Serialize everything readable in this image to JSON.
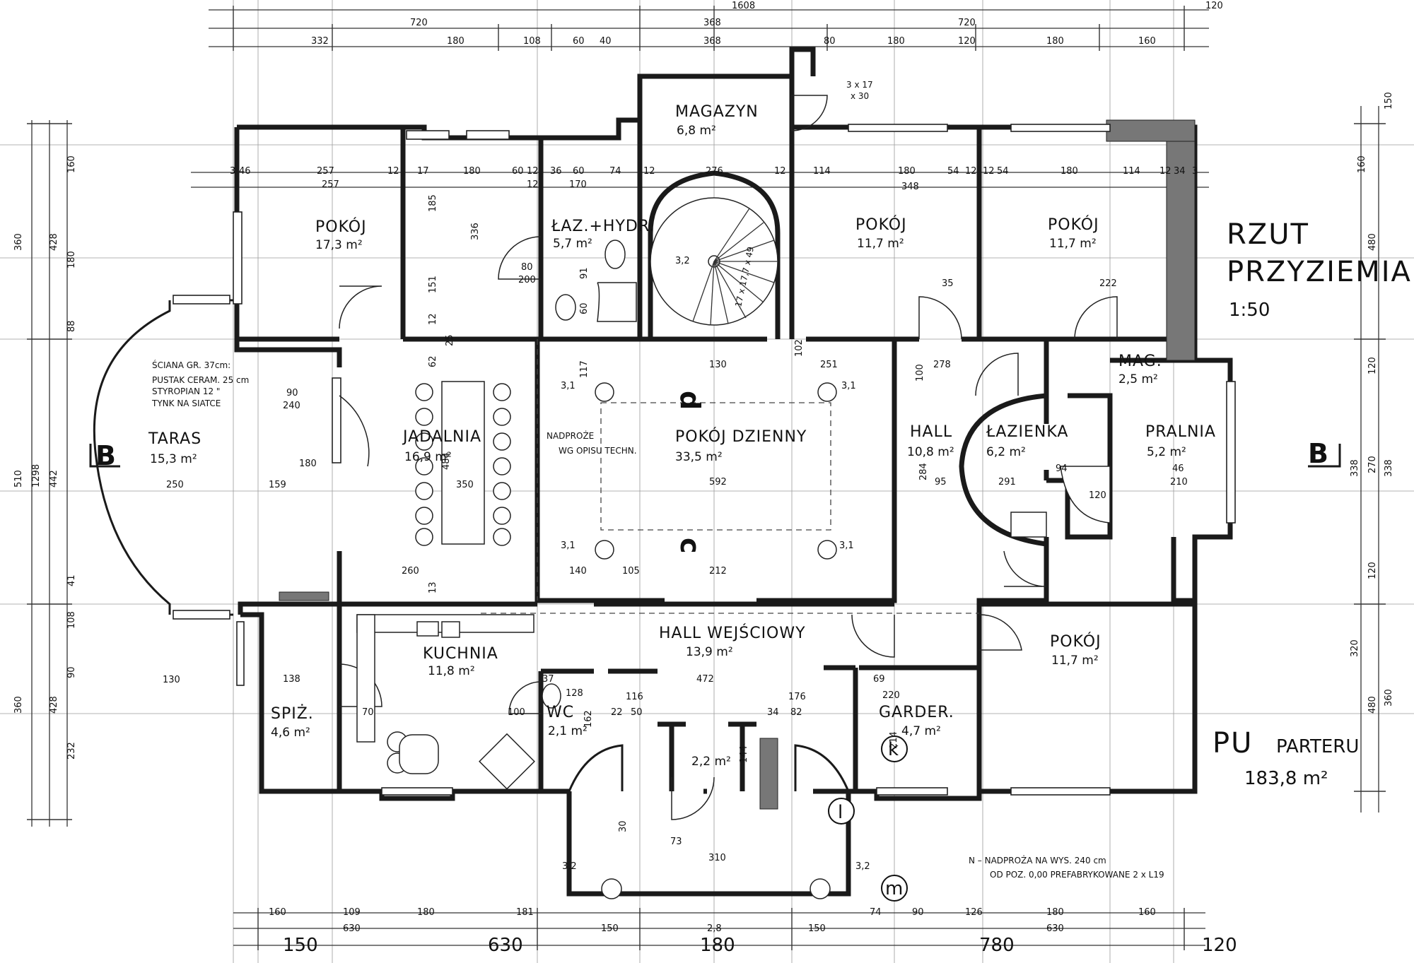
{
  "title_block": {
    "title_line1": "RZUT",
    "title_line2": "PRZYZIEMIA",
    "scale": "1:50",
    "pu_label": "PU",
    "parteru": "PARTERU",
    "total_area": "183,8 m²"
  },
  "section_marks": [
    "B",
    "B"
  ],
  "rooms": [
    {
      "name": "POKÓJ",
      "area": "17,3 m²"
    },
    {
      "name": "ŁAZ.+HYDR.",
      "area": "5,7 m²"
    },
    {
      "name": "MAGAZYN",
      "area": "6,8 m²"
    },
    {
      "name": "POKÓJ",
      "area": "11,7 m²"
    },
    {
      "name": "POKÓJ",
      "area": "11,7 m²"
    },
    {
      "name": "TARAS",
      "area": "15,3 m²"
    },
    {
      "name": "JADALNIA",
      "area": "16,9 m²"
    },
    {
      "name": "POKÓJ  DZIENNY",
      "area": "33,5 m²"
    },
    {
      "name": "HALL",
      "area": "10,8 m²"
    },
    {
      "name": "ŁAZIENKA",
      "area": "6,2 m²"
    },
    {
      "name": "MAG.",
      "area": "2,5 m²"
    },
    {
      "name": "PRALNIA",
      "area": "5,2 m²"
    },
    {
      "name": "KUCHNIA",
      "area": "11,8 m²"
    },
    {
      "name": "HALL WEJŚCIOWY",
      "area": "13,9 m²"
    },
    {
      "name": "SPIŻ.",
      "area": "4,6 m²"
    },
    {
      "name": "WC",
      "area": "2,1 m²"
    },
    {
      "name": "",
      "area": "2,2 m²"
    },
    {
      "name": "GARDER.",
      "area": "4,7 m²"
    },
    {
      "name": "POKÓJ",
      "area": "11,7 m²"
    }
  ],
  "notes": {
    "wall_layers": [
      "ŚCIANA GR. 37cm:",
      "PUSTAK CERAM. 25 cm",
      "STYROPIAN    12 \"",
      "TYNK NA SIATCE"
    ],
    "lintel": [
      "NADPROŻE",
      "WG OPISU TECHN."
    ],
    "footer": [
      "N – NADPROŻA NA WYS. 240 cm",
      "OD POZ. 0,00 PREFABRYKOWANE  2 x L19"
    ],
    "stair": "17 x 17,7 x 49",
    "stair_top": "3 x 17",
    "stair_top2": "x 30"
  },
  "markers": {
    "p_d": "d",
    "p_c": "c",
    "p_k": "k",
    "p_l": "l",
    "p_m": "m"
  },
  "heights": {
    "h1": "3,1",
    "h2": "3,1",
    "h3": "3,1",
    "h4": "3,1",
    "h5": "3,2",
    "h6": "3,2",
    "h7": "3,2"
  },
  "dims": {
    "top_total": "1608",
    "top_row1": [
      "720",
      "368",
      "720",
      "120"
    ],
    "top_row2": [
      "332",
      "180",
      "108",
      "60",
      "40",
      "368",
      "80",
      "180",
      "120",
      "180",
      "160"
    ],
    "top_row3_left": [
      "3",
      "46",
      "257",
      "12",
      "17",
      "180",
      "60",
      "12",
      "36",
      "60",
      "74",
      "12",
      "276",
      "12"
    ],
    "top_row3_right": [
      "114",
      "180",
      "54",
      "12",
      "12",
      "54",
      "180",
      "114",
      "12",
      "34",
      "3"
    ],
    "bottom_row1": [
      "160",
      "109",
      "180",
      "181",
      "74",
      "90",
      "126",
      "180",
      "160"
    ],
    "bottom_row2": [
      "630",
      "150",
      "2,8",
      "150",
      "630"
    ],
    "bottom_row3": [
      "150",
      "630",
      "180",
      "780",
      "120"
    ],
    "left_col": [
      "360",
      "510",
      "360",
      "1298",
      "428",
      "442",
      "428",
      "180",
      "88",
      "41",
      "108",
      "90",
      "232",
      "160"
    ],
    "right_col": [
      "150",
      "160",
      "480",
      "120",
      "338",
      "270",
      "120",
      "320",
      "480",
      "360",
      "338"
    ]
  },
  "misc_dims": [
    "257",
    "12",
    "336",
    "185",
    "151",
    "62",
    "13",
    "12",
    "25",
    "170",
    "91",
    "60",
    "80",
    "200",
    "90",
    "240",
    "180",
    "250",
    "159",
    "350",
    "484",
    "260",
    "117",
    "130",
    "251",
    "102",
    "592",
    "212",
    "105",
    "140",
    "278",
    "100",
    "284",
    "95",
    "291",
    "94",
    "210",
    "46",
    "120",
    "222",
    "348",
    "35",
    "472",
    "116",
    "176",
    "34",
    "82",
    "22",
    "50",
    "69",
    "220",
    "214",
    "162",
    "37",
    "128",
    "100",
    "144",
    "310",
    "73",
    "30",
    "138",
    "70",
    "130"
  ]
}
